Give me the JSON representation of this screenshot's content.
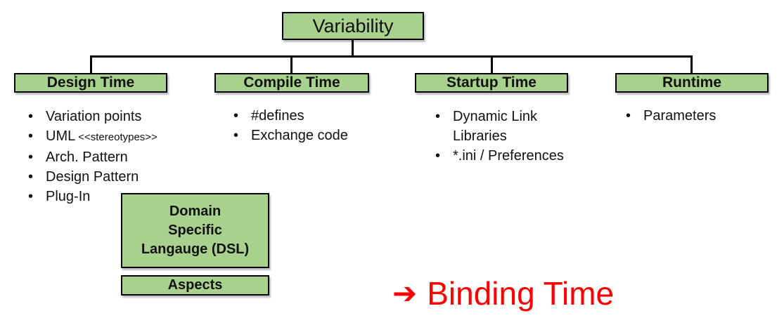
{
  "diagram": {
    "root": {
      "label": "Variability"
    },
    "columns": [
      {
        "header": "Design Time",
        "items": [
          "Variation points",
          {
            "text": "UML",
            "small": "<<stereotypes>>"
          },
          "Arch. Pattern",
          "Design Pattern",
          "Plug-In"
        ]
      },
      {
        "header": "Compile Time",
        "items": [
          "#defines",
          "Exchange code"
        ]
      },
      {
        "header": "Startup Time",
        "items": [
          "Dynamic Link Libraries",
          "*.ini / Preferences"
        ]
      },
      {
        "header": "Runtime",
        "items": [
          "Parameters"
        ]
      }
    ],
    "design_time_extras": {
      "dsl_box": {
        "lines": [
          "Domain",
          "Specific",
          "Langauge (DSL)"
        ]
      },
      "aspects_box": {
        "label": "Aspects"
      }
    },
    "caption": {
      "arrow_icon": "➔",
      "label": "Binding Time"
    }
  },
  "colors": {
    "box_fill": "#a9d18e",
    "box_border": "#000000",
    "connector": "#000000",
    "caption_red": "#ff0000"
  }
}
